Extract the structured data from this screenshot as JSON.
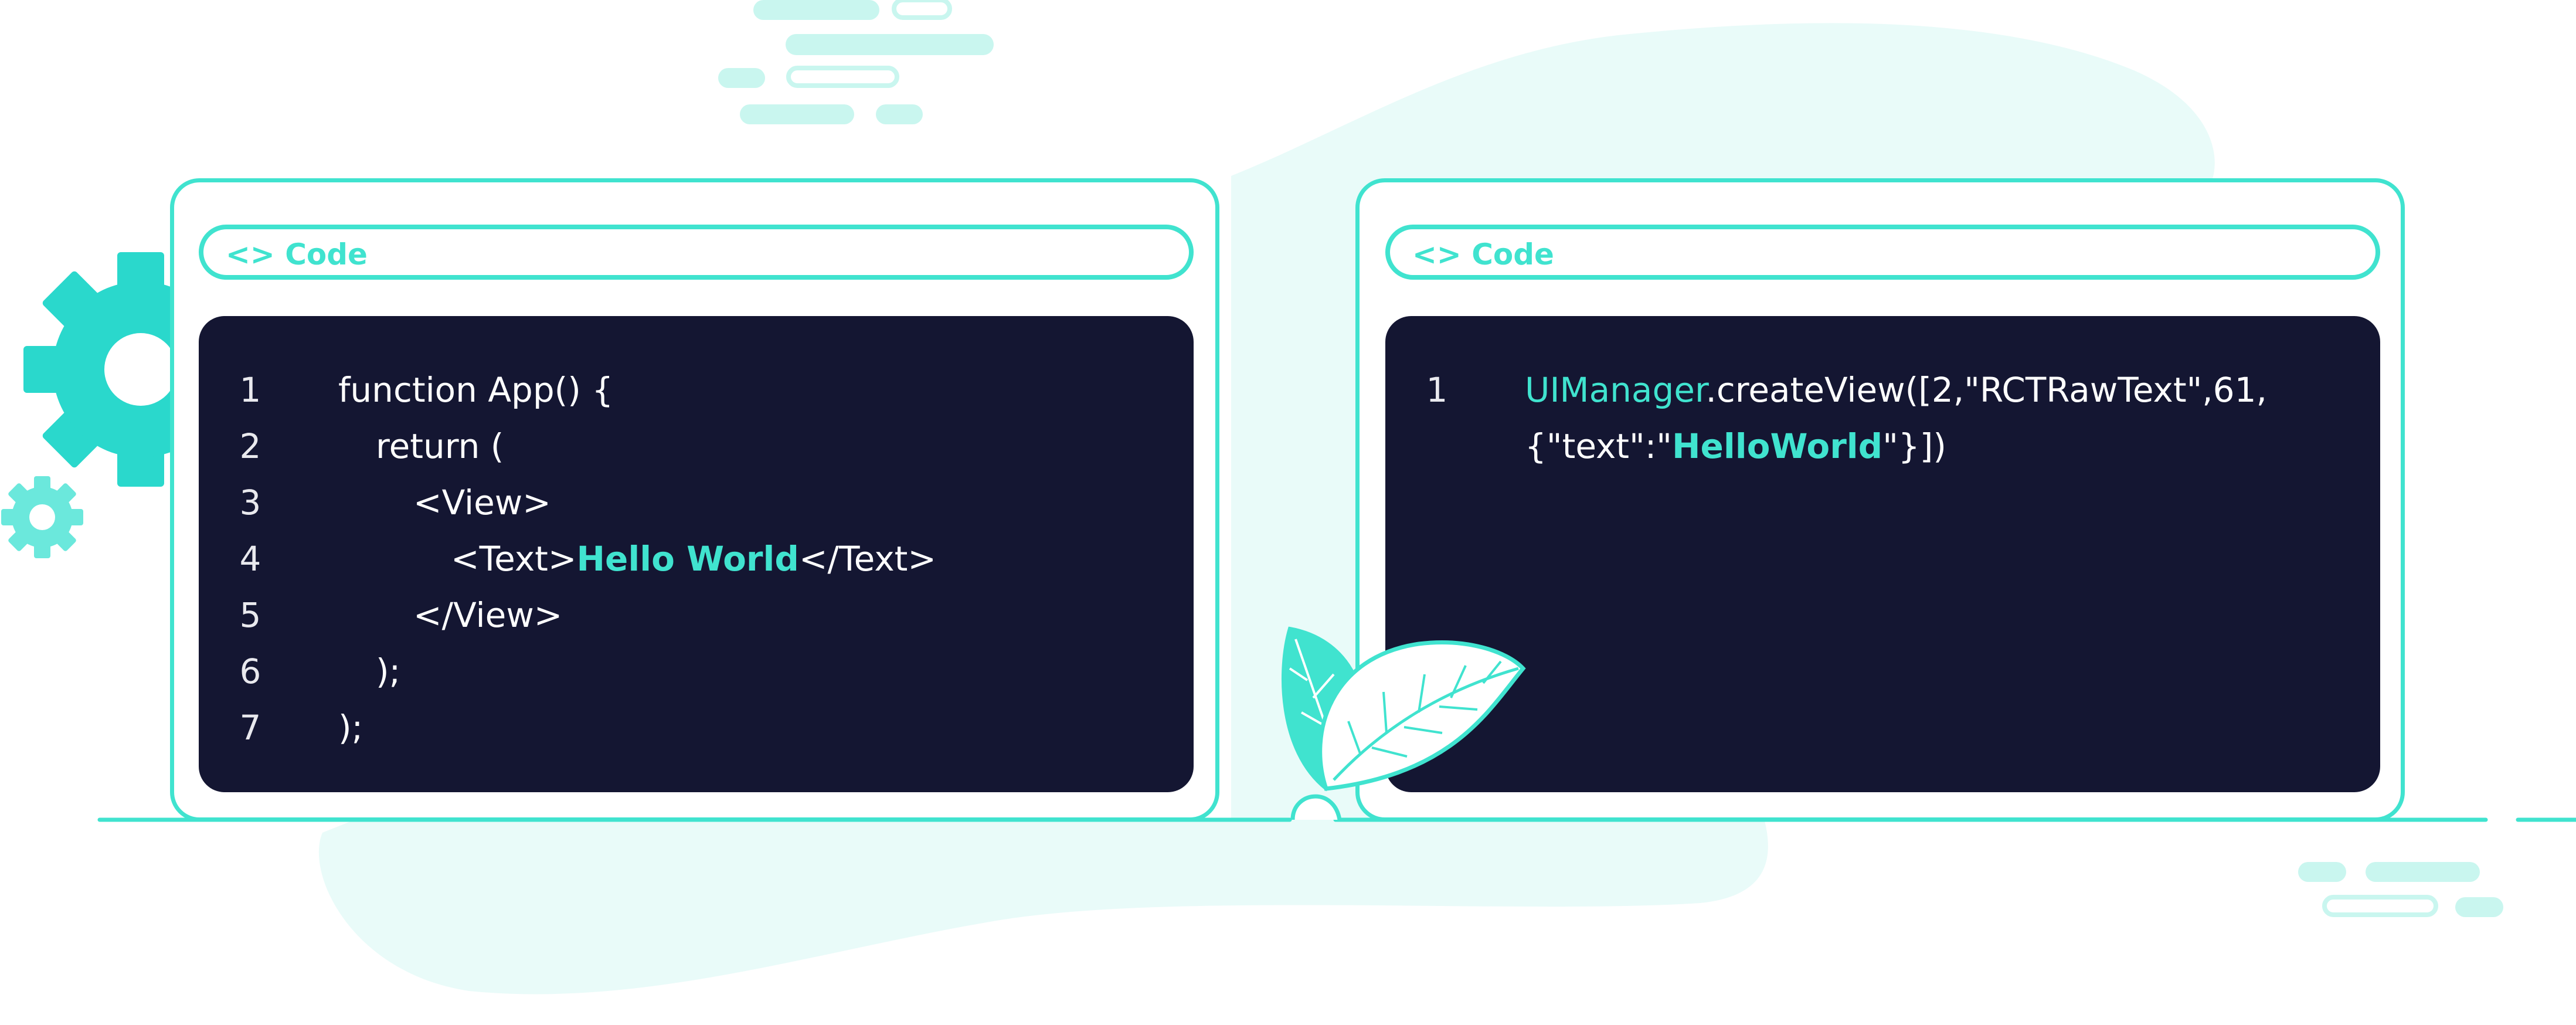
{
  "colors": {
    "accent": "#40e3cf",
    "editor_bg": "#141632",
    "blob": "#e9fbf9"
  },
  "left_panel": {
    "tab_label": "<> Code",
    "lines": [
      {
        "num": "1",
        "indent": 0,
        "parts": [
          {
            "text": "function App() {",
            "hl": false
          }
        ]
      },
      {
        "num": "2",
        "indent": 1,
        "parts": [
          {
            "text": "return (",
            "hl": false
          }
        ]
      },
      {
        "num": "3",
        "indent": 2,
        "parts": [
          {
            "text": "<View>",
            "hl": false
          }
        ]
      },
      {
        "num": "4",
        "indent": 3,
        "parts": [
          {
            "text": "<Text>",
            "hl": false
          },
          {
            "text": "Hello World",
            "hl": true
          },
          {
            "text": "</Text>",
            "hl": false
          }
        ]
      },
      {
        "num": "5",
        "indent": 2,
        "parts": [
          {
            "text": "</View>",
            "hl": false
          }
        ]
      },
      {
        "num": "6",
        "indent": 1,
        "parts": [
          {
            "text": ");",
            "hl": false
          }
        ]
      },
      {
        "num": "7",
        "indent": 0,
        "parts": [
          {
            "text": ");",
            "hl": false
          }
        ]
      }
    ]
  },
  "right_panel": {
    "tab_label": "<> Code",
    "line_num": "1",
    "line1": {
      "ident": "UIManager",
      "rest": ".createView([2,\"RCTRawText\",61,"
    },
    "line2": {
      "pre": "{\"text\":\"",
      "hl": "HelloWorld",
      "post": "\"}])"
    }
  },
  "decorations": [
    "gear-icon",
    "small-gear-icon",
    "leaf-icon",
    "placeholder-bars"
  ]
}
